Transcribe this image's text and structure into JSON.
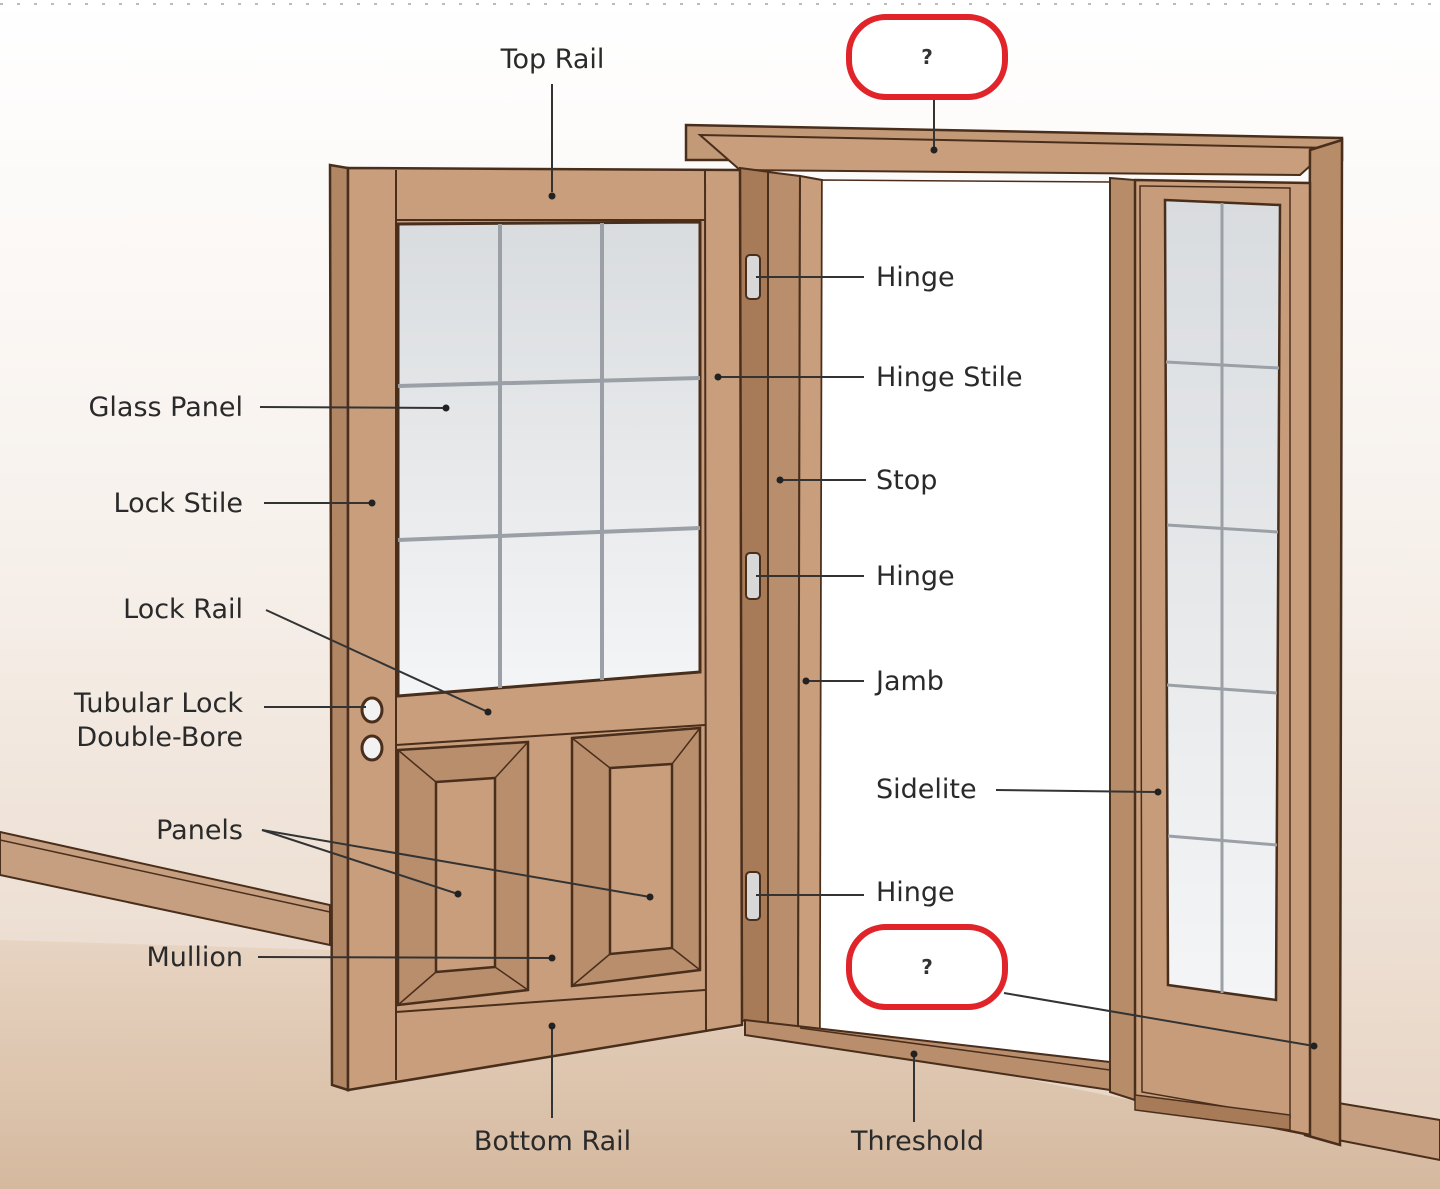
{
  "labels": {
    "top_rail": "Top Rail",
    "glass_panel": "Glass Panel",
    "lock_stile": "Lock Stile",
    "lock_rail": "Lock Rail",
    "tubular_lock_1": "Tubular Lock",
    "tubular_lock_2": "Double-Bore",
    "panels": "Panels",
    "mullion": "Mullion",
    "bottom_rail": "Bottom Rail",
    "hinge_top": "Hinge",
    "hinge_stile": "Hinge Stile",
    "stop": "Stop",
    "hinge_middle": "Hinge",
    "jamb": "Jamb",
    "sidelite": "Sidelite",
    "hinge_bottom": "Hinge",
    "threshold": "Threshold"
  },
  "unknown_boxes": {
    "top": "?",
    "bottom": "?"
  },
  "colors": {
    "wood": "#c89e7c",
    "wood_dark": "#a77a58",
    "wood_light": "#d9b596",
    "outline": "#4a2e1c",
    "glass": "#e6e8ea",
    "highlight": "#e0242a"
  }
}
